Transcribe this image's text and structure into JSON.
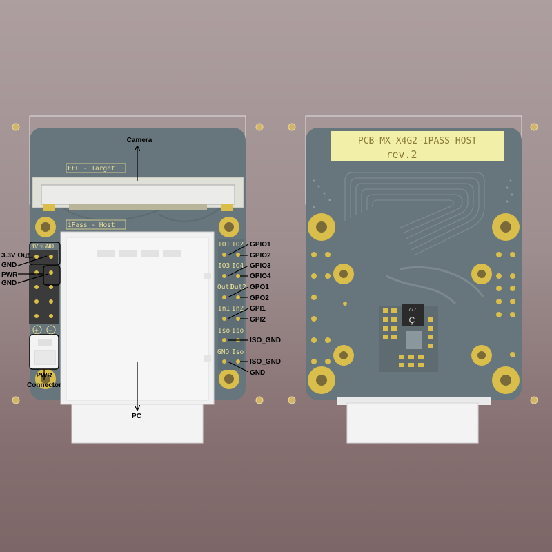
{
  "front": {
    "callouts": {
      "camera": "Camera",
      "pc": "PC",
      "out33": "3.3V Out",
      "gnd_a": "GND",
      "pwr": "PWR",
      "gnd_b": "GND",
      "pwr_conn_1": "PWR",
      "pwr_conn_2": "Connector",
      "gpio1": "GPIO1",
      "gpio2": "GPIO2",
      "gpio3": "GPIO3",
      "gpio4": "GPIO4",
      "gpo1": "GPO1",
      "gpo2": "GPO2",
      "gpi1": "GPI1",
      "gpi2": "GPI2",
      "iso_gnd_1": "ISO_GND",
      "iso_gnd_2": "ISO_GND",
      "gnd_c": "GND"
    },
    "silkscreen": {
      "ffc": "FFC - Target",
      "ipass": "iPass - Host",
      "hdr_left": "3V3GND",
      "io1": "IO1",
      "io2": "IO2",
      "io3": "IO3",
      "io4": "IO4",
      "out1": "Out1",
      "out2": "Out2",
      "in1": "In1",
      "in2": "In2",
      "iso_a": "Iso",
      "iso_b": "Iso",
      "gnd": "GND",
      "iso_c": "Iso",
      "plus": "+",
      "minus": "−"
    }
  },
  "back": {
    "title_line1": "PCB-MX-X4G2-IPASS-HOST",
    "title_line2": "rev.2",
    "chip_marking": "777"
  },
  "colors": {
    "board": "#67767c",
    "silkscreen": "#e9de97",
    "pad_gold": "#d9be4c",
    "connector_white": "#f2f2f2",
    "background_top": "#ad9e9f",
    "background_bottom": "#7c6667"
  }
}
